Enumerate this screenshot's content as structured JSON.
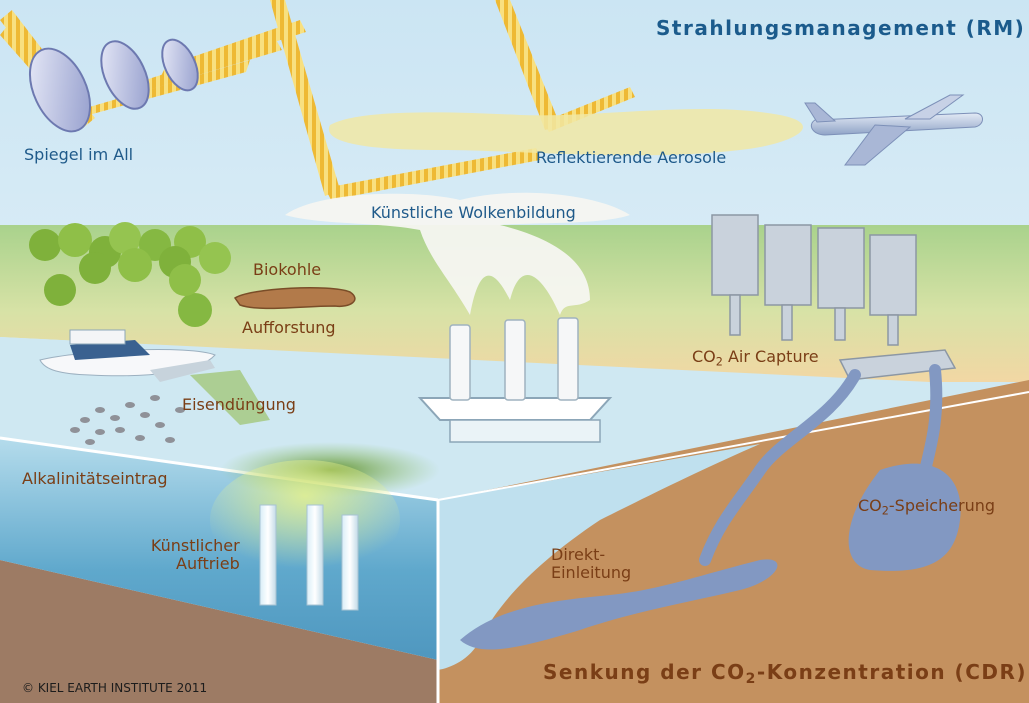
{
  "title_rm": "Strahlungsmanagement (RM)",
  "title_cdr_prefix": "Senkung der CO",
  "title_cdr_sub": "2",
  "title_cdr_suffix": "-Konzentration (CDR)",
  "labels": {
    "spiegel": "Spiegel im All",
    "aerosole": "Reflektierende Aerosole",
    "wolken": "Künstliche Wolkenbildung",
    "biokohle": "Biokohle",
    "aufforstung": "Aufforstung",
    "eisen": "Eisendüngung",
    "alkal": "Alkalinitätseintrag",
    "auftrieb_1": "Künstlicher",
    "auftrieb_2": "Auftrieb",
    "direkt_1": "Direkt-",
    "direkt_2": "Einleitung",
    "air_capture_prefix": "CO",
    "air_capture_sub": "2",
    "air_capture_suffix": " Air Capture",
    "speicherung_prefix": "CO",
    "speicherung_sub": "2",
    "speicherung_suffix": "-Speicherung"
  },
  "copyright": "© KIEL EARTH INSTITUTE 2011",
  "colors": {
    "sky": "#d9ecf5",
    "land_green": "#a8d08a",
    "land_sand": "#f0d9a8",
    "ocean": "#cfe8f2",
    "ocean_side": "#6fb3d2",
    "earth": "#c8956a",
    "pipe": "#8aa5c8",
    "beam": "#f5c23a",
    "title_blue": "#1b5b8c",
    "title_brown": "#7a3e16"
  }
}
